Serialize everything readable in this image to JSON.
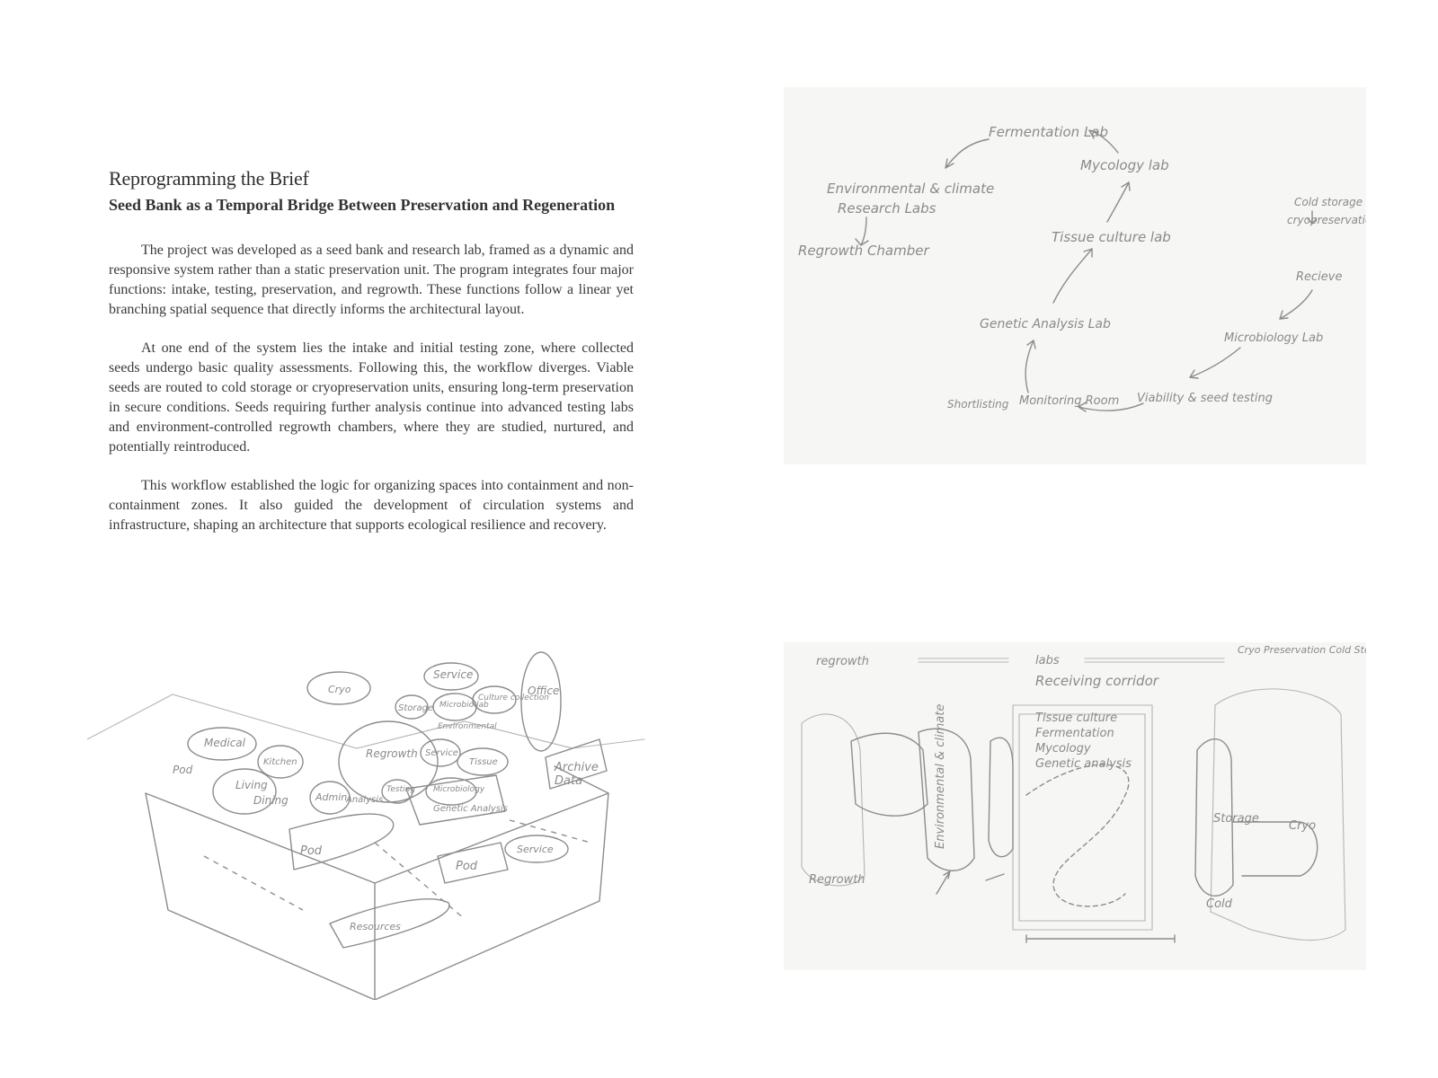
{
  "text": {
    "title": "Reprogramming the Brief",
    "subtitle": "Seed Bank as a Temporal Bridge Between Preservation and Regeneration",
    "paragraphs": [
      "The project was developed as a seed bank and research lab, framed as a dynamic and responsive system rather than a static preservation unit. The program integrates four major functions: intake, testing, preservation, and regrowth. These functions follow a linear yet branching spatial sequence that directly informs the architectural layout.",
      "At one end of the system lies the intake and initial testing zone, where collected seeds undergo basic quality assessments. Following this, the workflow diverges. Viable seeds are routed to cold storage or cryopreservation units, ensuring long-term preservation in secure conditions. Seeds requiring further analysis continue into advanced testing labs and environment-controlled regrowth chambers, where they are studied, nurtured, and potentially reintroduced.",
      "This workflow established the logic for organizing spaces into containment and non-containment zones. It also guided the development of circulation systems and infrastructure, shaping an architecture that supports ecological resilience and recovery."
    ]
  },
  "workflow_sketch": {
    "labels": {
      "fermentation": "Fermentation Lab",
      "mycology": "Mycology lab",
      "environmental": "Environmental & climate",
      "research": "Research Labs",
      "regrowth": "Regrowth Chamber",
      "tissue": "Tissue culture lab",
      "cold": "Cold storage",
      "cryo": "cryopreservation",
      "recieve": "Recieve",
      "genetic": "Genetic Analysis Lab",
      "microbiology": "Microbiology Lab",
      "shortlisting": "Shortlisting",
      "monitoring": "Monitoring Room",
      "viability": "Viability & seed testing"
    }
  },
  "axon_sketch": {
    "labels": {
      "service_top": "Service",
      "office": "Office",
      "storage": "Storage",
      "micro": "Microbio lab",
      "culture": "Culture collection",
      "medical": "Medical",
      "cryo": "Cryo",
      "env": "Environmental",
      "regrowth": "Regrowth",
      "tissue": "Tissue",
      "service_mid": "Service",
      "archive": "Archive",
      "data": "Data",
      "kitchen": "Kitchen",
      "pod_left": "Pod",
      "living": "Living",
      "dining": "Dining",
      "admin": "Admin",
      "analysis": "Analysis",
      "testing": "Testing",
      "microbiology": "Microbiology",
      "genetic": "Genetic Analysis",
      "pod_front": "Pod",
      "pod_mid": "Pod",
      "service_low": "Service",
      "resources": "Resources"
    }
  },
  "plan_sketch": {
    "labels": {
      "regrowth_top": "regrowth",
      "labs": "labs",
      "cryo_cold": "Cryo Preservation Cold Storage",
      "receiving": "Receiving corridor",
      "tissue": "Tissue culture",
      "fermentation": "Fermentation",
      "mycology": "Mycology",
      "genetic": "Genetic analysis",
      "env": "Environmental & climate",
      "storage": "Storage",
      "cryo": "Cryo",
      "regrowth": "Regrowth",
      "cold": "Cold"
    }
  }
}
